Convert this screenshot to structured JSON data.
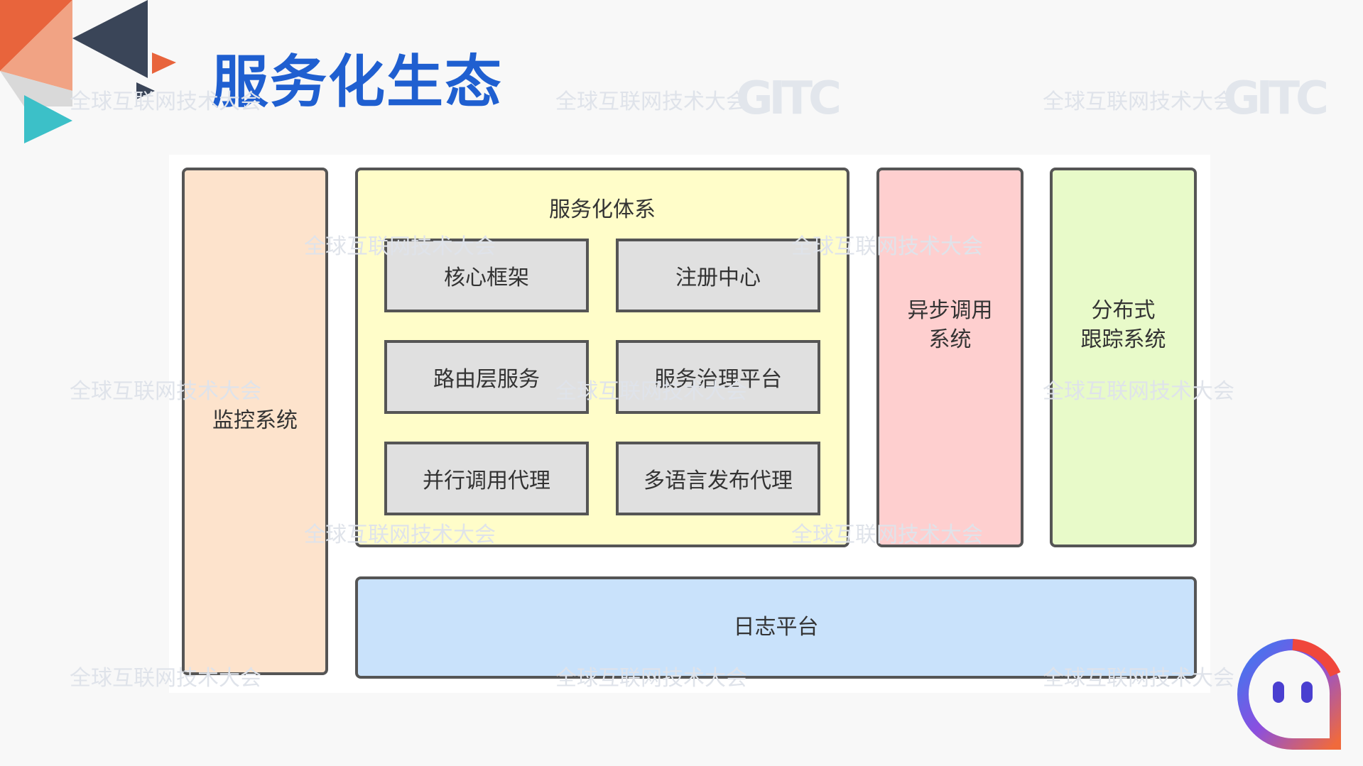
{
  "slide": {
    "title": "服务化生态"
  },
  "watermark": {
    "text": "全球互联网技术大会",
    "logo": "GITC"
  },
  "diagram": {
    "monitor": "监控系统",
    "service_system": {
      "title": "服务化体系",
      "items": [
        "核心框架",
        "注册中心",
        "路由层服务",
        "服务治理平台",
        "并行调用代理",
        "多语言发布代理"
      ]
    },
    "async": {
      "line1": "异步调用",
      "line2": "系统"
    },
    "trace": {
      "line1": "分布式",
      "line2": "跟踪系统"
    },
    "log": "日志平台"
  },
  "colors": {
    "title": "#1f5fd0",
    "monitor": "#fde3cc",
    "service": "#fffdc9",
    "async": "#fecfcf",
    "trace": "#e8fac9",
    "log": "#c9e2fb",
    "inner": "#e0e0e0"
  },
  "icons": {
    "corner_logo": "chat-bubble-logo-icon",
    "decoration": "triangles-decoration-icon"
  }
}
